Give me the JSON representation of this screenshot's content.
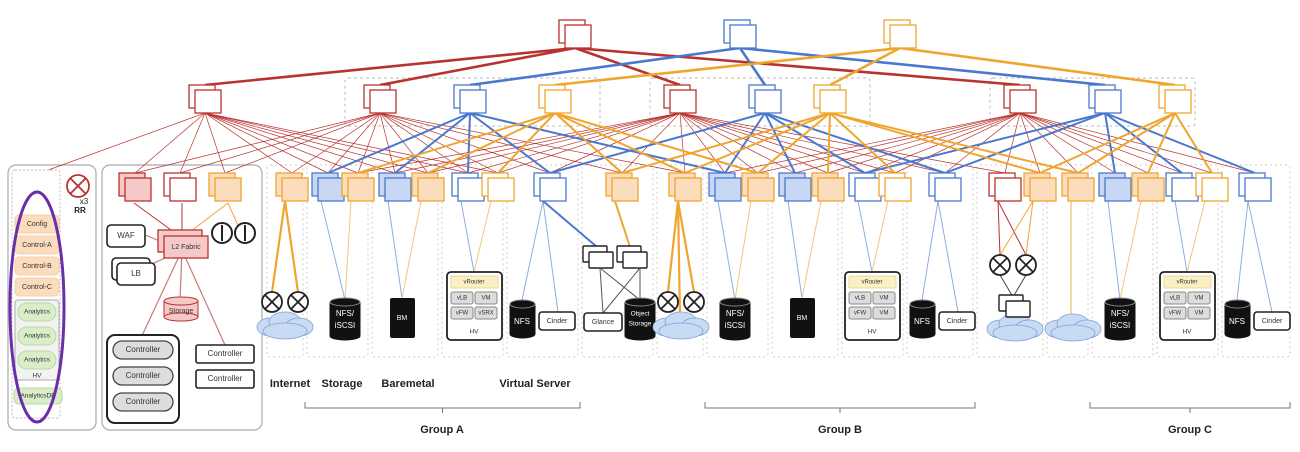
{
  "colors": {
    "red": "#b8332f",
    "red_fill": "#f4c9c7",
    "blue": "#4a78cf",
    "blue_fill": "#c8d8f4",
    "orange": "#efa52e",
    "orange_fill": "#fbdcbc",
    "purple": "#6a2fa8",
    "green_fill": "#d9edc8",
    "cloud_fill": "#c9dbf3"
  },
  "left_panel": {
    "rr_label": "RR",
    "rr_count": "x3",
    "control_items": [
      "Config",
      "Control-A",
      "Control-B",
      "Control-C"
    ],
    "analytics_items": [
      "Analytics",
      "Analytics",
      "Analytics"
    ],
    "hv_label": "HV",
    "db_label": "AnalyticsDB"
  },
  "infra_panel": {
    "waf": "WAF",
    "lb": "LB",
    "l2_fabric": "L2 Fabric",
    "storage": "Storage",
    "grouped_controllers": [
      "Controller",
      "Controller",
      "Controller"
    ],
    "controllers": [
      "Controller",
      "Controller"
    ]
  },
  "categories": [
    "Internet",
    "Storage",
    "Baremetal",
    "Virtual Server"
  ],
  "groups": [
    {
      "label": "Group A",
      "nfs_iscsi": [
        "NFS/",
        "iSCSI"
      ],
      "bm": "BM",
      "hv": {
        "router": "vRouter",
        "vms": [
          "vLB",
          "VM",
          "vFW",
          "vSRX"
        ],
        "label": "HV"
      },
      "nfs": "NFS",
      "cinder": "Cinder",
      "glance": "Glance",
      "object_storage": [
        "Object",
        "Storage"
      ]
    },
    {
      "label": "Group B",
      "nfs_iscsi": [
        "NFS/",
        "iSCSI"
      ],
      "bm": "BM",
      "hv": {
        "router": "vRouter",
        "vms": [
          "vLB",
          "VM",
          "vFW",
          "VM"
        ],
        "label": "HV"
      },
      "nfs": "NFS",
      "cinder": "Cinder"
    },
    {
      "label": "Group C",
      "nfs_iscsi": [
        "NFS/",
        "iSCSI"
      ],
      "hv": {
        "router": "vRouter",
        "vms": [
          "vLB",
          "VM",
          "vFW",
          "VM"
        ],
        "label": "HV"
      },
      "nfs": "NFS",
      "cinder": "Cinder"
    }
  ]
}
